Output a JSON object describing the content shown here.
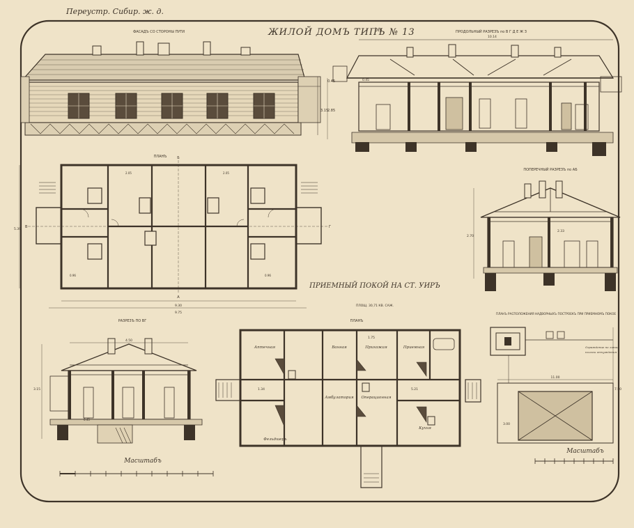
{
  "header": {
    "railway": "Переустр. Сибир. ж. д.",
    "title": "ЖИЛОЙ ДОМЪ ТИПЪ № 13",
    "title_suffix": "bis"
  },
  "captions": {
    "facade": "ФАСАДЪ СО СТОРОНЫ ПУТИ",
    "longitudinal": "ПРОДОЛЬНЫЙ РАЗРЕЗЪ по В Г Д Е Ж З",
    "plan_top": "ПЛАНЪ",
    "cross_ab": "ПОПЕРЕЧНЫЙ РАЗРЕЗЪ по АБ",
    "station": "ПРИЕМНЫЙ ПОКОЙ НА СТ. УИРЪ",
    "cross_vg": "РАЗРЕЗЪ ПО ВГ",
    "plan_bottom": "ПЛАНЪ",
    "outbuildings": "ПЛАНЪ РАСПОЛОЖЕНИЯ НАДВОРНЫХЪ ПОСТРОЕКЪ ПРИ ПРИЕМНОМЪ ПОКОЕ",
    "scale_left": "Масштабъ",
    "scale_right": "Масштабъ"
  },
  "rooms": [
    "Аптечная",
    "Ванная",
    "Прихожая",
    "Приемная",
    "Амбулатория",
    "Операционная",
    "Фельдшеръ",
    "Кухня"
  ],
  "axis": {
    "a": "А",
    "b": "Б",
    "v": "В",
    "g": "Г"
  }
}
